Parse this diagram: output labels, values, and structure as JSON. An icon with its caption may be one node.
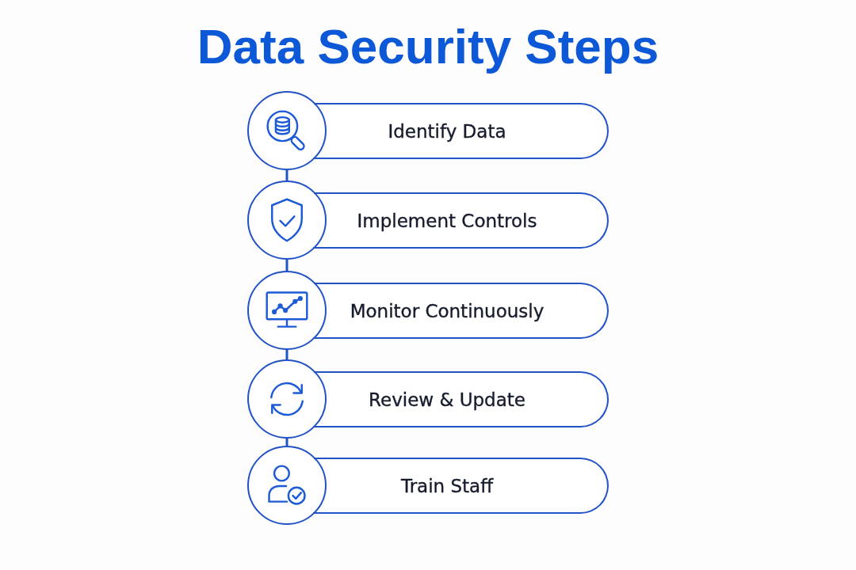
{
  "diagram": {
    "title": "Data Security Steps",
    "nodes": [
      {
        "text": [],
        "shape": "circle"
      },
      {
        "text": [
          "Identify Data"
        ]
      },
      {
        "text": [],
        "shape": "circle"
      },
      {
        "text": [
          "Implement Controls"
        ]
      },
      {
        "text": [],
        "shape": "circle"
      },
      {
        "text": [
          "Monitor Continuously"
        ]
      },
      {
        "text": [],
        "shape": "circle"
      },
      {
        "text": [
          "Review & Update"
        ]
      },
      {
        "text": [],
        "shape": "circle"
      },
      {
        "text": [
          "Train Staff"
        ]
      }
    ],
    "edges": [
      {
        "from": 0,
        "to": 2,
        "arrow": "none"
      },
      {
        "from": 2,
        "to": 4,
        "arrow": "none"
      },
      {
        "from": 4,
        "to": 6,
        "arrow": "none"
      },
      {
        "from": 6,
        "to": 8,
        "arrow": "none"
      }
    ]
  }
}
